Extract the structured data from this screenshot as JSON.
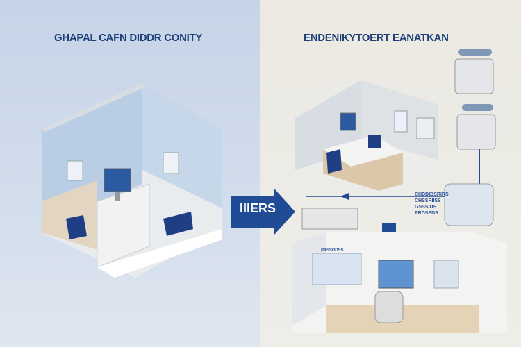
{
  "left_panel": {
    "title": "GHAPAL CAFN DIDDR CONITY"
  },
  "right_panel": {
    "title": "ENDENIKYTOERT EANATKAN"
  },
  "center_arrow": {
    "label": "IIIERS"
  },
  "annotation_lines": [
    "CHDDIDSRIRS",
    "CHSSRIISS",
    "GSSSIDS",
    "PRDSSDS"
  ],
  "lower_room_label": "PASSDDSS",
  "colors": {
    "accent": "#1f4c94",
    "left_bg": "#c9d6e8",
    "right_bg": "#ebe9e2"
  }
}
